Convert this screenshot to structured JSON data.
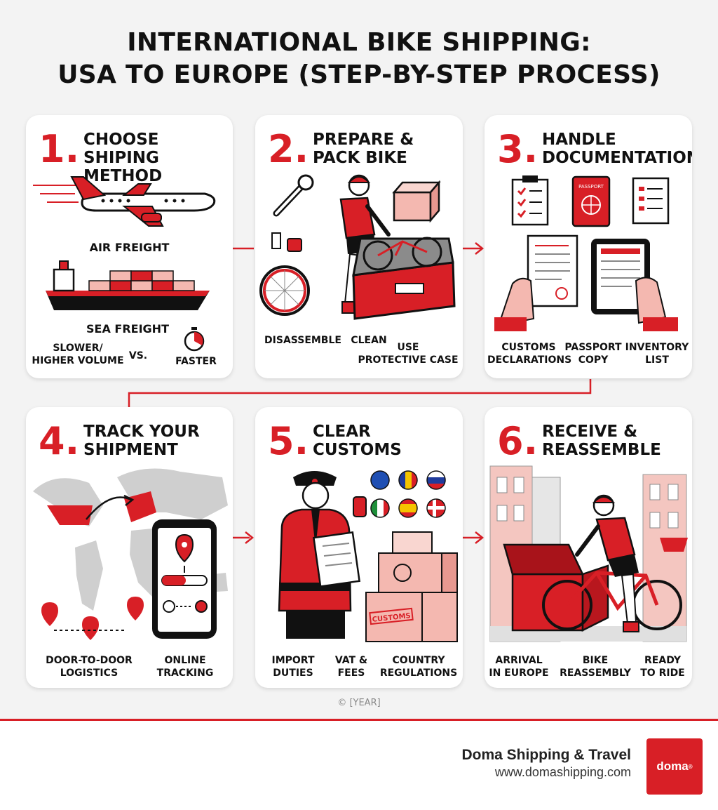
{
  "title_line1": "INTERNATIONAL BIKE SHIPPING:",
  "title_line2": "USA TO EUROPE (STEP-BY-STEP PROCESS)",
  "colors": {
    "accent": "#d81f26",
    "dark": "#111111",
    "pink": "#f4b8b0"
  },
  "steps": [
    {
      "number": "1.",
      "heading": "CHOOSE\nSHIPING METHOD",
      "labels": [
        "AIR FREIGHT",
        "SEA FREIGHT",
        "SLOWER/\nHIGHER VOLUME",
        "VS.",
        "FASTER"
      ],
      "icons": [
        "airplane-icon",
        "cargo-ship-icon",
        "stopwatch-icon"
      ]
    },
    {
      "number": "2.",
      "heading": "PREPARE &\nPACK BIKE",
      "labels": [
        "DISASSEMBLE",
        "CLEAN",
        "USE\nPROTECTIVE CASE"
      ],
      "icons": [
        "wrench-icon",
        "cyclist-icon",
        "box-icon",
        "bike-case-icon",
        "wheel-icon"
      ]
    },
    {
      "number": "3.",
      "heading": "HANDLE\nDOCUMENTATION",
      "labels": [
        "CUSTOMS\nDECLARATIONS",
        "PASSPORT\nCOPY",
        "INVENTORY\nLIST"
      ],
      "icons": [
        "checklist-icon",
        "passport-icon",
        "document-icon",
        "tablet-icon"
      ]
    },
    {
      "number": "4.",
      "heading": "TRACK YOUR\nSHIPMENT",
      "labels": [
        "DOOR-TO-DOOR\nLOGISTICS",
        "ONLINE\nTRACKING"
      ],
      "icons": [
        "world-map-icon",
        "phone-tracking-icon",
        "location-pin-icon"
      ]
    },
    {
      "number": "5.",
      "heading": "CLEAR\nCUSTOMS",
      "labels": [
        "IMPORT\nDUTIES",
        "VAT &\nFEES",
        "COUNTRY\nREGULATIONS"
      ],
      "icons": [
        "customs-officer-icon",
        "flag-icon",
        "boxes-icon"
      ],
      "box_stamp": "CUSTOMS"
    },
    {
      "number": "6.",
      "heading": "RECEIVE &\nREASSEMBLE",
      "labels": [
        "ARRIVAL\nIN EUROPE",
        "BIKE\nREASSEMBLY",
        "READY\nTO RIDE"
      ],
      "icons": [
        "street-scene-icon",
        "cyclist-icon",
        "open-box-icon"
      ]
    }
  ],
  "passport_text": "PASSPORT",
  "copyright": "© [YEAR]",
  "footer": {
    "brand_name": "Doma Shipping & Travel",
    "url": "www.domashipping.com",
    "logo_text": "doma",
    "logo_mark": "®"
  }
}
